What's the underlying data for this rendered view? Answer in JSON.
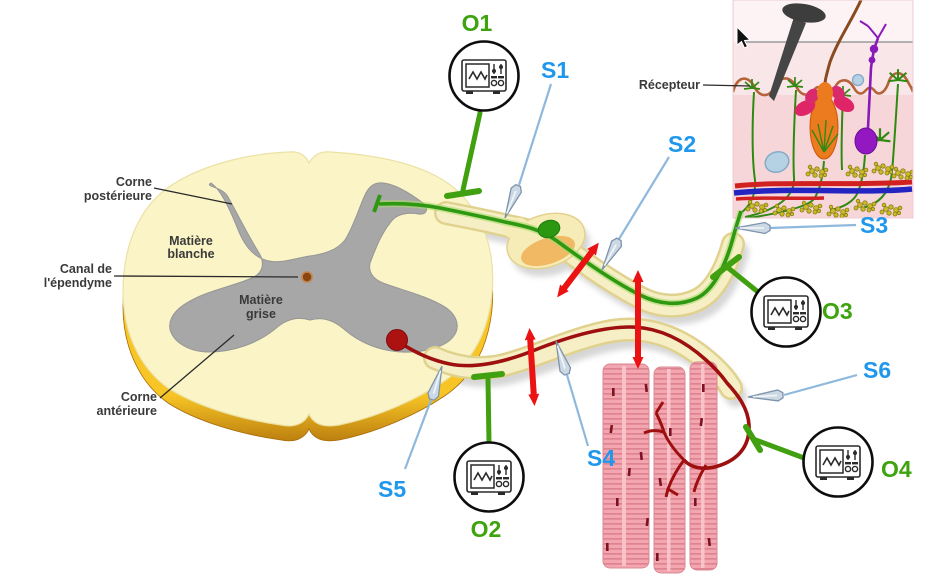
{
  "palette": {
    "stimulation_blue": "#1f97ec",
    "oscilloscope_green": "#3fa30e",
    "impulse_arrow_red": "#ea1212",
    "sensory_nerve_green": "#2e9812",
    "motor_nerve_red": "#9e1010",
    "white_matter_cream": "#faf4c6",
    "gray_matter_gray": "#a7a7a7",
    "muscle_pink": "#f3a6b0",
    "skin_pink": "#f8dbdf"
  },
  "cord": {
    "labels": {
      "corne_posterieure": {
        "line1": "Corne",
        "line2": "postérieure"
      },
      "matiere_blanche": {
        "line1": "Matière",
        "line2": "blanche"
      },
      "canal_ependyme": {
        "line1": "Canal de",
        "line2": "l'épendyme"
      },
      "matiere_grise": {
        "line1": "Matière",
        "line2": "grise"
      },
      "corne_anterieure": {
        "line1": "Corne",
        "line2": "antérieure"
      }
    }
  },
  "skin": {
    "receptor_label": "Récepteur"
  },
  "stimulation_electrodes": {
    "s1": "S1",
    "s2": "S2",
    "s3": "S3",
    "s4": "S4",
    "s5": "S5",
    "s6": "S6"
  },
  "oscilloscopes": {
    "o1": "O1",
    "o2": "O2",
    "o3": "O3",
    "o4": "O4"
  }
}
